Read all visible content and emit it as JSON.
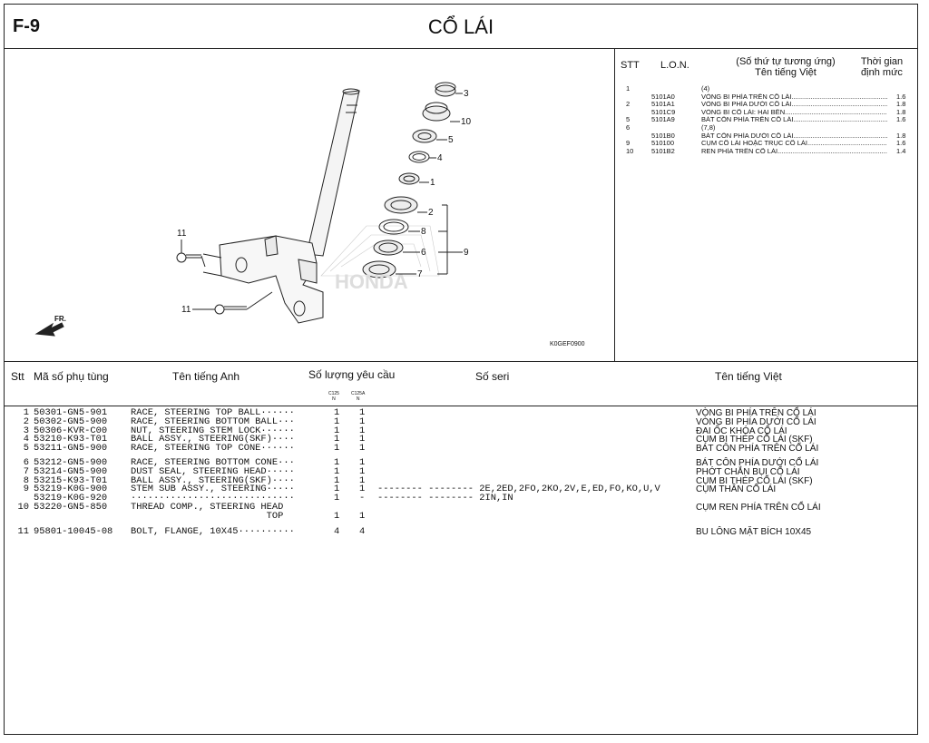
{
  "header": {
    "fig_code": "F-9",
    "title": "CỔ LÁI"
  },
  "diagram": {
    "code": "K0GEF0900",
    "front_label": "FR.",
    "watermark": "HONDA",
    "callouts": [
      "3",
      "10",
      "5",
      "4",
      "1",
      "2",
      "8",
      "6",
      "9",
      "7",
      "11",
      "11"
    ]
  },
  "lon_table": {
    "headers": {
      "stt": "STT",
      "lon": "L.O.N.",
      "name_line1": "(Số thứ tự tương ứng)",
      "name_line2": "Tên tiếng Việt",
      "time_line1": "Thời gian",
      "time_line2": "định mức"
    },
    "rows": [
      {
        "stt": "1",
        "lon": "",
        "name": "(4)",
        "time": ""
      },
      {
        "stt": "",
        "lon": "5101A0",
        "name": "VÒNG BI PHÍA TRÊN CỔ LÁI",
        "time": "1.6"
      },
      {
        "stt": "2",
        "lon": "5101A1",
        "name": "VÒNG BI PHÍA DƯỚI CỔ LÁI",
        "time": "1.8"
      },
      {
        "stt": "",
        "lon": "5101C9",
        "name": "VÒNG BI CỔ LÁI: HAI BÊN",
        "time": "1.8"
      },
      {
        "stt": "5",
        "lon": "5101A9",
        "name": "BÁT CÔN PHÍA TRÊN CỔ LÁI",
        "time": "1.6"
      },
      {
        "stt": "6",
        "lon": "",
        "name": "(7,8)",
        "time": ""
      },
      {
        "stt": "",
        "lon": "5101B0",
        "name": "BÁT CÔN PHÍA DƯỚI CỔ LÁI",
        "time": "1.8"
      },
      {
        "stt": "9",
        "lon": "510100",
        "name": "CỤM CỔ LÁI HOẶC TRỤC CỔ LÁI",
        "time": "1.6"
      },
      {
        "stt": "10",
        "lon": "5101B2",
        "name": "REN PHÍA TRÊN CỔ LÁI",
        "time": "1.4"
      }
    ]
  },
  "parts_table": {
    "headers": {
      "stt": "Stt",
      "part_no": "Mã số phụ tùng",
      "en_name": "Tên tiếng Anh",
      "qty": "Số lượng yêu cầu",
      "serial": "Số seri",
      "vi_name": "Tên tiếng Việt",
      "qty_col1_a": "C125",
      "qty_col1_b": "N",
      "qty_col2_a": "C125A",
      "qty_col2_b": "N"
    },
    "rows": [
      {
        "no": "1",
        "pn": "50301-GN5-901",
        "en": "RACE, STEERING TOP BALL······",
        "q1": "1",
        "q2": "1",
        "ser": "",
        "vi": "VÒNG BI PHÍA TRÊN CỔ LÁI"
      },
      {
        "no": "2",
        "pn": "50302-GN5-900",
        "en": "RACE, STEERING BOTTOM BALL···",
        "q1": "1",
        "q2": "1",
        "ser": "",
        "vi": "VÒNG BI PHÍA DƯỚI CỔ LÁI"
      },
      {
        "no": "3",
        "pn": "50306-KVR-C00",
        "en": "NUT, STEERING STEM LOCK······",
        "q1": "1",
        "q2": "1",
        "ser": "",
        "vi": "ĐAI ỐC KHÓA CỔ LÁI"
      },
      {
        "no": "4",
        "pn": "53210-K93-T01",
        "en": "BALL ASSY., STEERING(SKF)····",
        "q1": "1",
        "q2": "1",
        "ser": "",
        "vi": "CỤM BI THÉP CỔ LÁI (SKF)"
      },
      {
        "no": "5",
        "pn": "53211-GN5-900",
        "en": "RACE, STEERING TOP CONE······",
        "q1": "1",
        "q2": "1",
        "ser": "",
        "vi": "BÁT CÔN PHÍA TRÊN CỔ LÁI"
      },
      {
        "no": "6",
        "pn": "53212-GN5-900",
        "en": "RACE, STEERING BOTTOM CONE···",
        "q1": "1",
        "q2": "1",
        "ser": "",
        "vi": "BÁT CÔN PHÍA DƯỚI CỔ LÁI"
      },
      {
        "no": "7",
        "pn": "53214-GN5-900",
        "en": "DUST SEAL, STEERING HEAD·····",
        "q1": "1",
        "q2": "1",
        "ser": "",
        "vi": "PHỚT CHẮN BỤI CỔ LÁI"
      },
      {
        "no": "8",
        "pn": "53215-K93-T01",
        "en": "BALL ASSY., STEERING(SKF)····",
        "q1": "1",
        "q2": "1",
        "ser": "",
        "vi": "CỤM BI THÉP CỔ LÁI (SKF)"
      },
      {
        "no": "9",
        "pn": "53219-K0G-900",
        "en": "STEM SUB ASSY., STEERING·····",
        "q1": "1",
        "q2": "1",
        "ser": "-------- -------- 2E,2ED,2FO,2KO,2V,E,ED,FO,KO,U,V",
        "vi": "CỤM THÂN CỔ LÁI"
      },
      {
        "no": "",
        "pn": "53219-K0G-920",
        "en": "·····························",
        "q1": "1",
        "q2": "-",
        "ser": "-------- -------- 2IN,IN",
        "vi": ""
      },
      {
        "no": "10",
        "pn": "53220-GN5-850",
        "en": "THREAD COMP., STEERING HEAD",
        "q1": "",
        "q2": "",
        "ser": "",
        "vi": "CỤM REN PHÍA TRÊN CỔ LÁI"
      },
      {
        "no": "",
        "pn": "",
        "en": "                        TOP",
        "q1": "1",
        "q2": "1",
        "ser": "",
        "vi": ""
      },
      {
        "no": "11",
        "pn": "95801-10045-08",
        "en": "BOLT, FLANGE, 10X45··········",
        "q1": "4",
        "q2": "4",
        "ser": "",
        "vi": "BU LÔNG MẶT BÍCH 10X45"
      }
    ]
  }
}
